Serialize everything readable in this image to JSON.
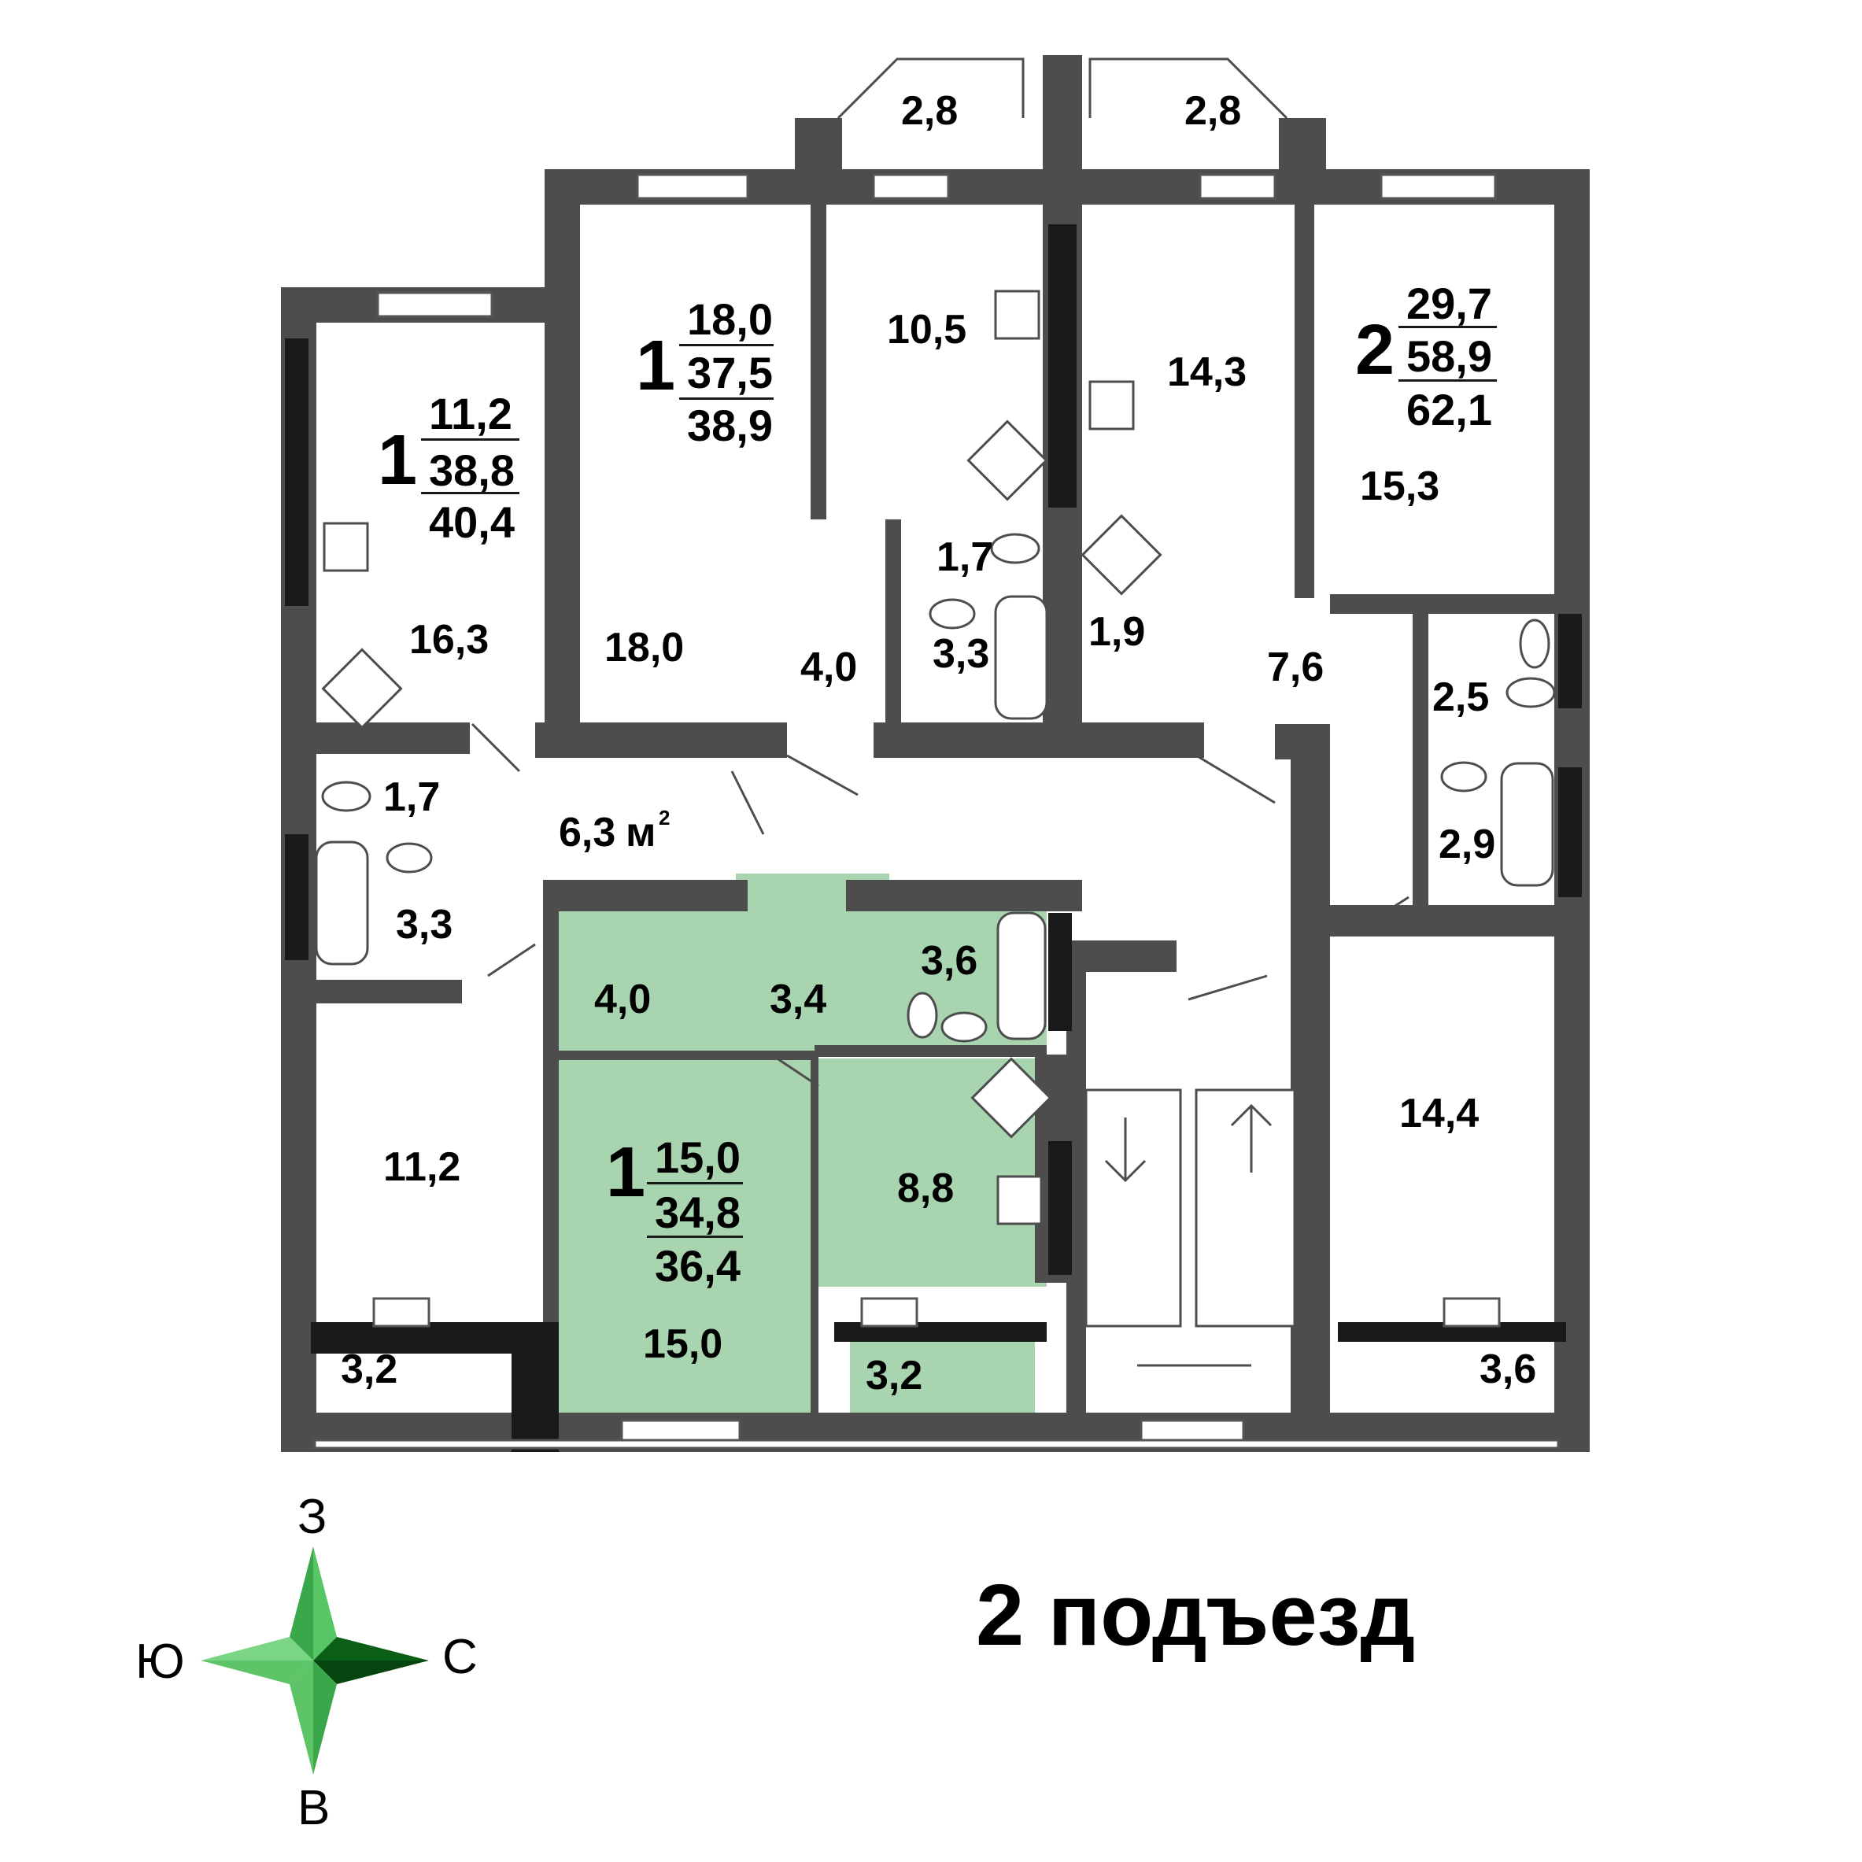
{
  "title": "2 подъезд",
  "colors": {
    "wall": "#4d4d4d",
    "highlight": "#a8d5b0",
    "compass_light": "#4cbb5a",
    "compass_dark": "#0b5e16"
  },
  "compass": {
    "north": "З",
    "south": "В",
    "west": "Ю",
    "east": "С"
  },
  "corridor": {
    "area": "6,3",
    "unit": "м",
    "unit_sup": "2"
  },
  "apartments": [
    {
      "id": "apt-a",
      "rooms": "1",
      "living": "11,2",
      "total": "38,8",
      "with_balcony": "40,4",
      "highlighted": false
    },
    {
      "id": "apt-b",
      "rooms": "1",
      "living": "18,0",
      "total": "37,5",
      "with_balcony": "38,9",
      "highlighted": false
    },
    {
      "id": "apt-c",
      "rooms": "2",
      "living": "29,7",
      "total": "58,9",
      "with_balcony": "62,1",
      "highlighted": false
    },
    {
      "id": "apt-d",
      "rooms": "1",
      "living": "15,0",
      "total": "34,8",
      "with_balcony": "36,4",
      "highlighted": true
    }
  ],
  "rooms": [
    "16,3",
    "1,7",
    "3,3",
    "11,2",
    "3,2",
    "18,0",
    "10,5",
    "4,0",
    "1,7",
    "3,3",
    "2,8",
    "2,8",
    "14,3",
    "1,9",
    "7,6",
    "15,3",
    "2,5",
    "2,9",
    "14,4",
    "3,6",
    "4,0",
    "3,4",
    "3,6",
    "8,8",
    "15,0",
    "3,2"
  ]
}
